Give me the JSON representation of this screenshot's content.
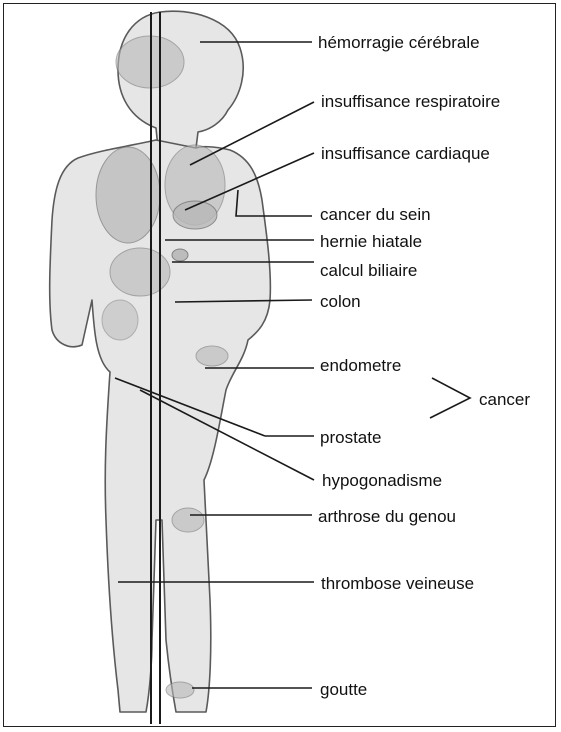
{
  "labels": {
    "hemorragie": "hémorragie cérébrale",
    "respiratoire": "insuffisance respiratoire",
    "cardiaque": "insuffisance cardiaque",
    "sein": "cancer du sein",
    "hiatale": "hernie hiatale",
    "biliaire": "calcul biliaire",
    "colon": "colon",
    "endometre": "endometre",
    "cancer": "cancer",
    "prostate": "prostate",
    "hypogonadisme": "hypogonadisme",
    "arthrose": "arthrose du genou",
    "thrombose": "thrombose veineuse",
    "goutte": "goutte"
  },
  "colors": {
    "line": "#1a1a1a",
    "figure_fill": "#e6e6e6",
    "figure_stroke": "#5a5a5a",
    "organ": "#b8b8b8"
  }
}
